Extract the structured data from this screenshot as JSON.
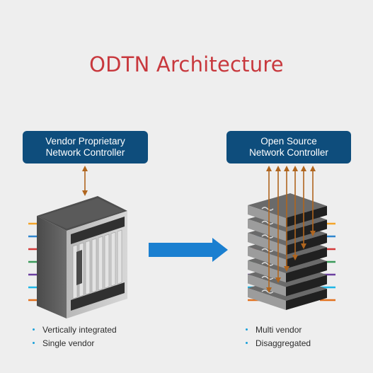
{
  "title": "ODTN Architecture",
  "left": {
    "controller_line1": "Vendor Proprietary",
    "controller_line2": "Network Controller",
    "bullets": [
      "Vertically integrated",
      "Single vendor"
    ]
  },
  "right": {
    "controller_line1": "Open Source",
    "controller_line2": "Network Controller",
    "bullets": [
      "Multi vendor",
      "Disaggregated"
    ]
  },
  "colors": {
    "title": "#c8383d",
    "controller_box": "#0e4d7c",
    "transition_arrow": "#1a7fd0",
    "control_arrows": "#b0651e",
    "bullet_dot": "#1aa0d9"
  },
  "port_colors": [
    "#f4a52a",
    "#2f86cf",
    "#d33a3a",
    "#3a9a5a",
    "#6b3fa0",
    "#1fb6e6",
    "#e2711d"
  ]
}
